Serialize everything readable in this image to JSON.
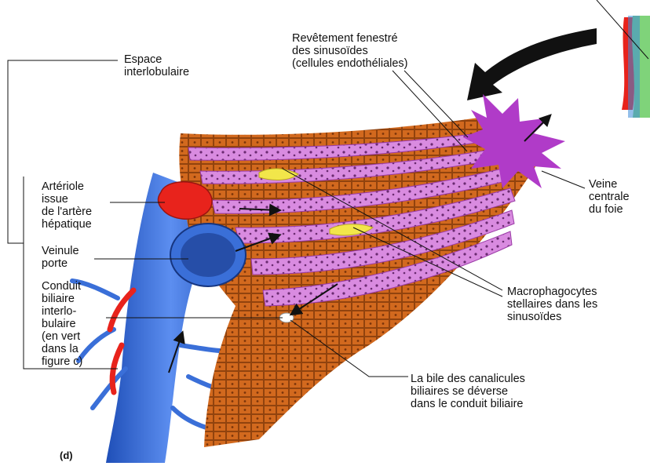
{
  "labels": {
    "espace": "Espace\ninterlobulaire",
    "arteriole": "Artériole\nissue\nde l'artère\nhépatique",
    "veinule": "Veinule\nporte",
    "conduit": "Conduit\nbiliaire\ninterlo-\nbulaire\n(en vert\ndans la\nfigure c)",
    "revetement": "Revêtement fenestré\ndes sinusoïdes\n(cellules endothéliales)",
    "veine_centrale": "Veine\ncentrale\ndu foie",
    "macrophagocytes": "Macrophagocytes\nstellaires dans les\nsinusoïdes",
    "bile": "La bile des canalicules\nbiliaires se déverse\ndans le conduit biliaire"
  },
  "panel_label": "(d)",
  "colors": {
    "hepatocyte": "#d2691e",
    "hepatocyte_dark": "#9c4a10",
    "sinusoid": "#d98be0",
    "portal_vein": "#3a6fd8",
    "arteriole": "#e8231c",
    "central_vein": "#b03bc8",
    "kupffer": "#f2e64a",
    "bile_duct": "#3ca84a"
  }
}
